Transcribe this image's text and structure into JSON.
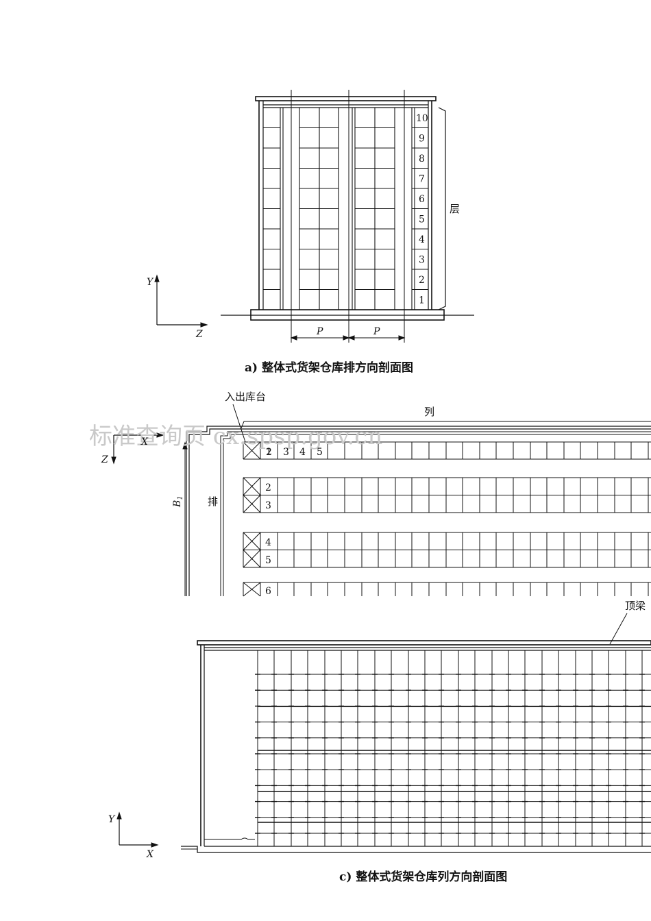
{
  "figure_a": {
    "caption": "a) 整体式货架仓库排方向剖面图",
    "level_label": "层",
    "level_numbers": [
      "10",
      "9",
      "8",
      "7",
      "6",
      "5",
      "4",
      "3",
      "2",
      "1"
    ],
    "pitch_label": "P",
    "axis_y": "Y",
    "axis_z": "Z"
  },
  "figure_b": {
    "station_label": "入出库台",
    "column_label": "列",
    "row_label": "排",
    "width_label": "B",
    "width_subscript": "1",
    "column_numbers": [
      "1",
      "2",
      "3",
      "4",
      "5"
    ],
    "row_numbers": [
      "2",
      "3",
      "4",
      "5",
      "6"
    ],
    "axis_x": "X",
    "axis_z": "Z",
    "watermark": "标准查询页 cx.spsp.gov.cn"
  },
  "figure_c": {
    "caption": "c) 整体式货架仓库列方向剖面图",
    "top_beam_label": "顶梁",
    "axis_y": "Y",
    "axis_x": "X"
  }
}
